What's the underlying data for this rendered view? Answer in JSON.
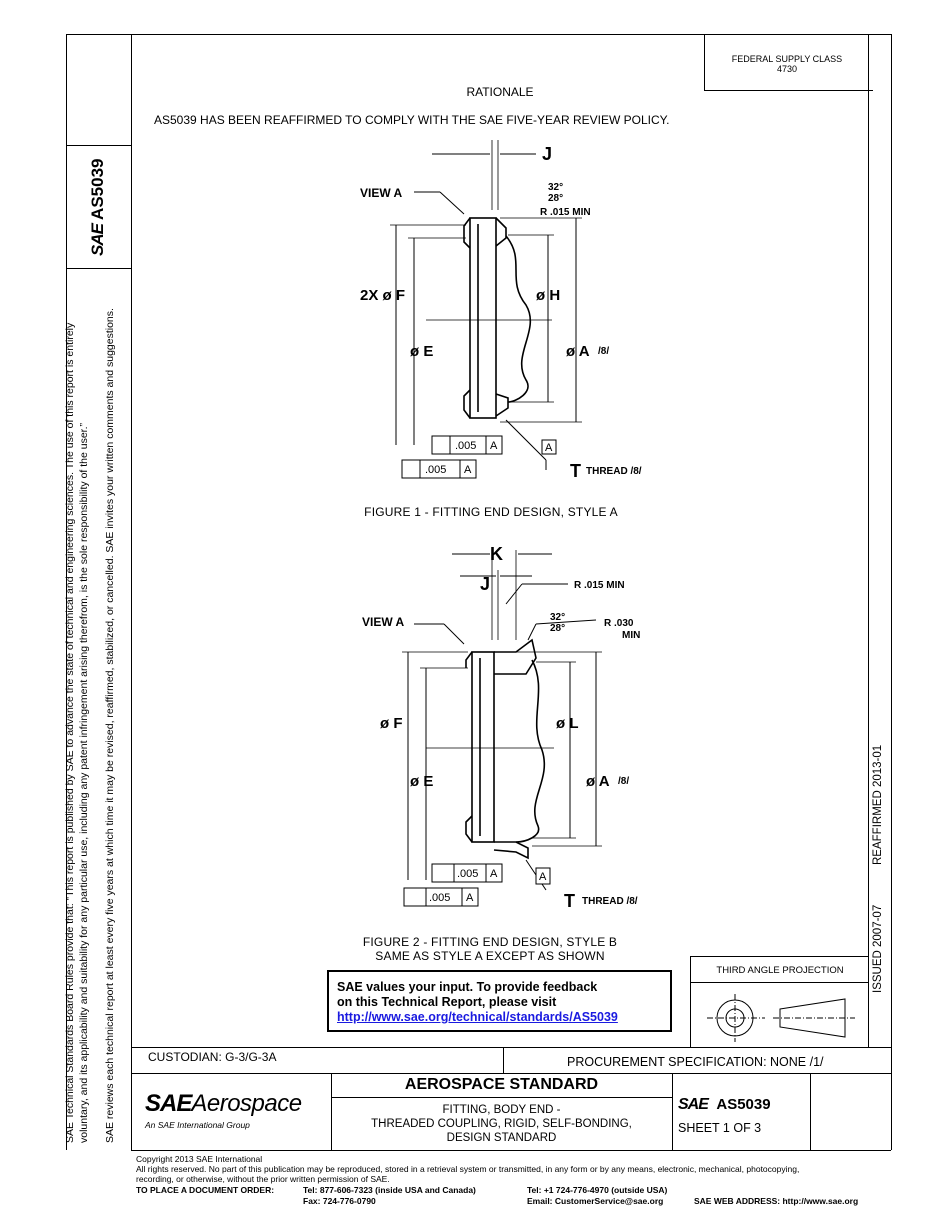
{
  "header": {
    "federal_supply_class_label": "FEDERAL SUPPLY CLASS",
    "federal_supply_class_value": "4730"
  },
  "rationale": {
    "title": "RATIONALE",
    "text": "AS5039 HAS BEEN REAFFIRMED TO COMPLY WITH THE SAE FIVE-YEAR REVIEW POLICY."
  },
  "side_tab": {
    "logo": "SAE",
    "doc_number": "AS5039"
  },
  "side_notes": {
    "line1": "SAE Technical Standards Board Rules provide that: “This report is published by SAE to advance the state of technical and engineering sciences. The use of this report is entirely",
    "line2": "voluntary, and its applicability and suitability for any particular use, including any patent infringement arising therefrom, is the sole responsibility of the user.”",
    "line3": "SAE reviews each technical report at least every five years at which time it may be revised, reaffirmed, stabilized, or cancelled. SAE invites your written comments and suggestions."
  },
  "right_strip": {
    "reaffirmed": "REAFFIRMED 2013-01",
    "issued": "ISSUED 2007-07"
  },
  "figure1": {
    "caption": "FIGURE 1 - FITTING END DESIGN, STYLE A",
    "labels": {
      "J": "J",
      "view_a": "VIEW A",
      "angle_hi": "32°",
      "angle_lo": "28°",
      "radius": "R .015 MIN",
      "F": "2X ø F",
      "H": "ø H",
      "E": "ø E",
      "A": "ø A",
      "A_note": "/8/",
      "tol1": ".005",
      "tol2": ".005",
      "datum": "A",
      "thread": "THREAD /8/",
      "T": "T"
    }
  },
  "figure2": {
    "caption_line1": "FIGURE 2 - FITTING END DESIGN, STYLE B",
    "caption_line2": "SAME AS STYLE A EXCEPT AS SHOWN",
    "labels": {
      "K": "K",
      "J": "J",
      "view_a": "VIEW A",
      "angle_hi": "32°",
      "angle_lo": "28°",
      "radius1": "R .015 MIN",
      "radius2": "R .030",
      "radius2b": "MIN",
      "F": "ø F",
      "L": "ø L",
      "E": "ø E",
      "A": "ø A",
      "A_note": "/8/",
      "tol1": ".005",
      "tol2": ".005",
      "datum": "A",
      "thread": "THREAD /8/",
      "T": "T"
    }
  },
  "feedback": {
    "line1": "SAE values your input. To provide feedback",
    "line2": "on this Technical Report, please visit",
    "link": "http://www.sae.org/technical/standards/AS5039"
  },
  "projection": {
    "label": "THIRD ANGLE PROJECTION"
  },
  "title_block": {
    "custodian": "CUSTODIAN: G-3/G-3A",
    "procurement": "PROCUREMENT SPECIFICATION: NONE /1/",
    "logo_main": "SAE",
    "logo_word": "Aerospace",
    "logo_sub": "An SAE International Group",
    "standard_type": "AEROSPACE STANDARD",
    "title_line1": "FITTING, BODY END -",
    "title_line2": "THREADED COUPLING, RIGID, SELF-BONDING,",
    "title_line3": "DESIGN STANDARD",
    "doc_logo": "SAE",
    "doc_number": "AS5039",
    "sheet": "SHEET 1 OF 3"
  },
  "footer": {
    "copyright": "Copyright 2013 SAE International",
    "rights": "All rights reserved. No part of this publication may be reproduced, stored in a retrieval system or transmitted, in any form or by any means, electronic, mechanical, photocopying,",
    "rights2": "recording, or otherwise, without the prior written permission of SAE.",
    "order_label": "TO PLACE A DOCUMENT ORDER:",
    "tel_us": "Tel: 877-606-7323 (inside USA and Canada)",
    "fax": "Fax: 724-776-0790",
    "tel_intl": "Tel: +1 724-776-4970 (outside USA)",
    "email": "Email: CustomerService@sae.org",
    "web": "SAE WEB ADDRESS: http://www.sae.org"
  }
}
